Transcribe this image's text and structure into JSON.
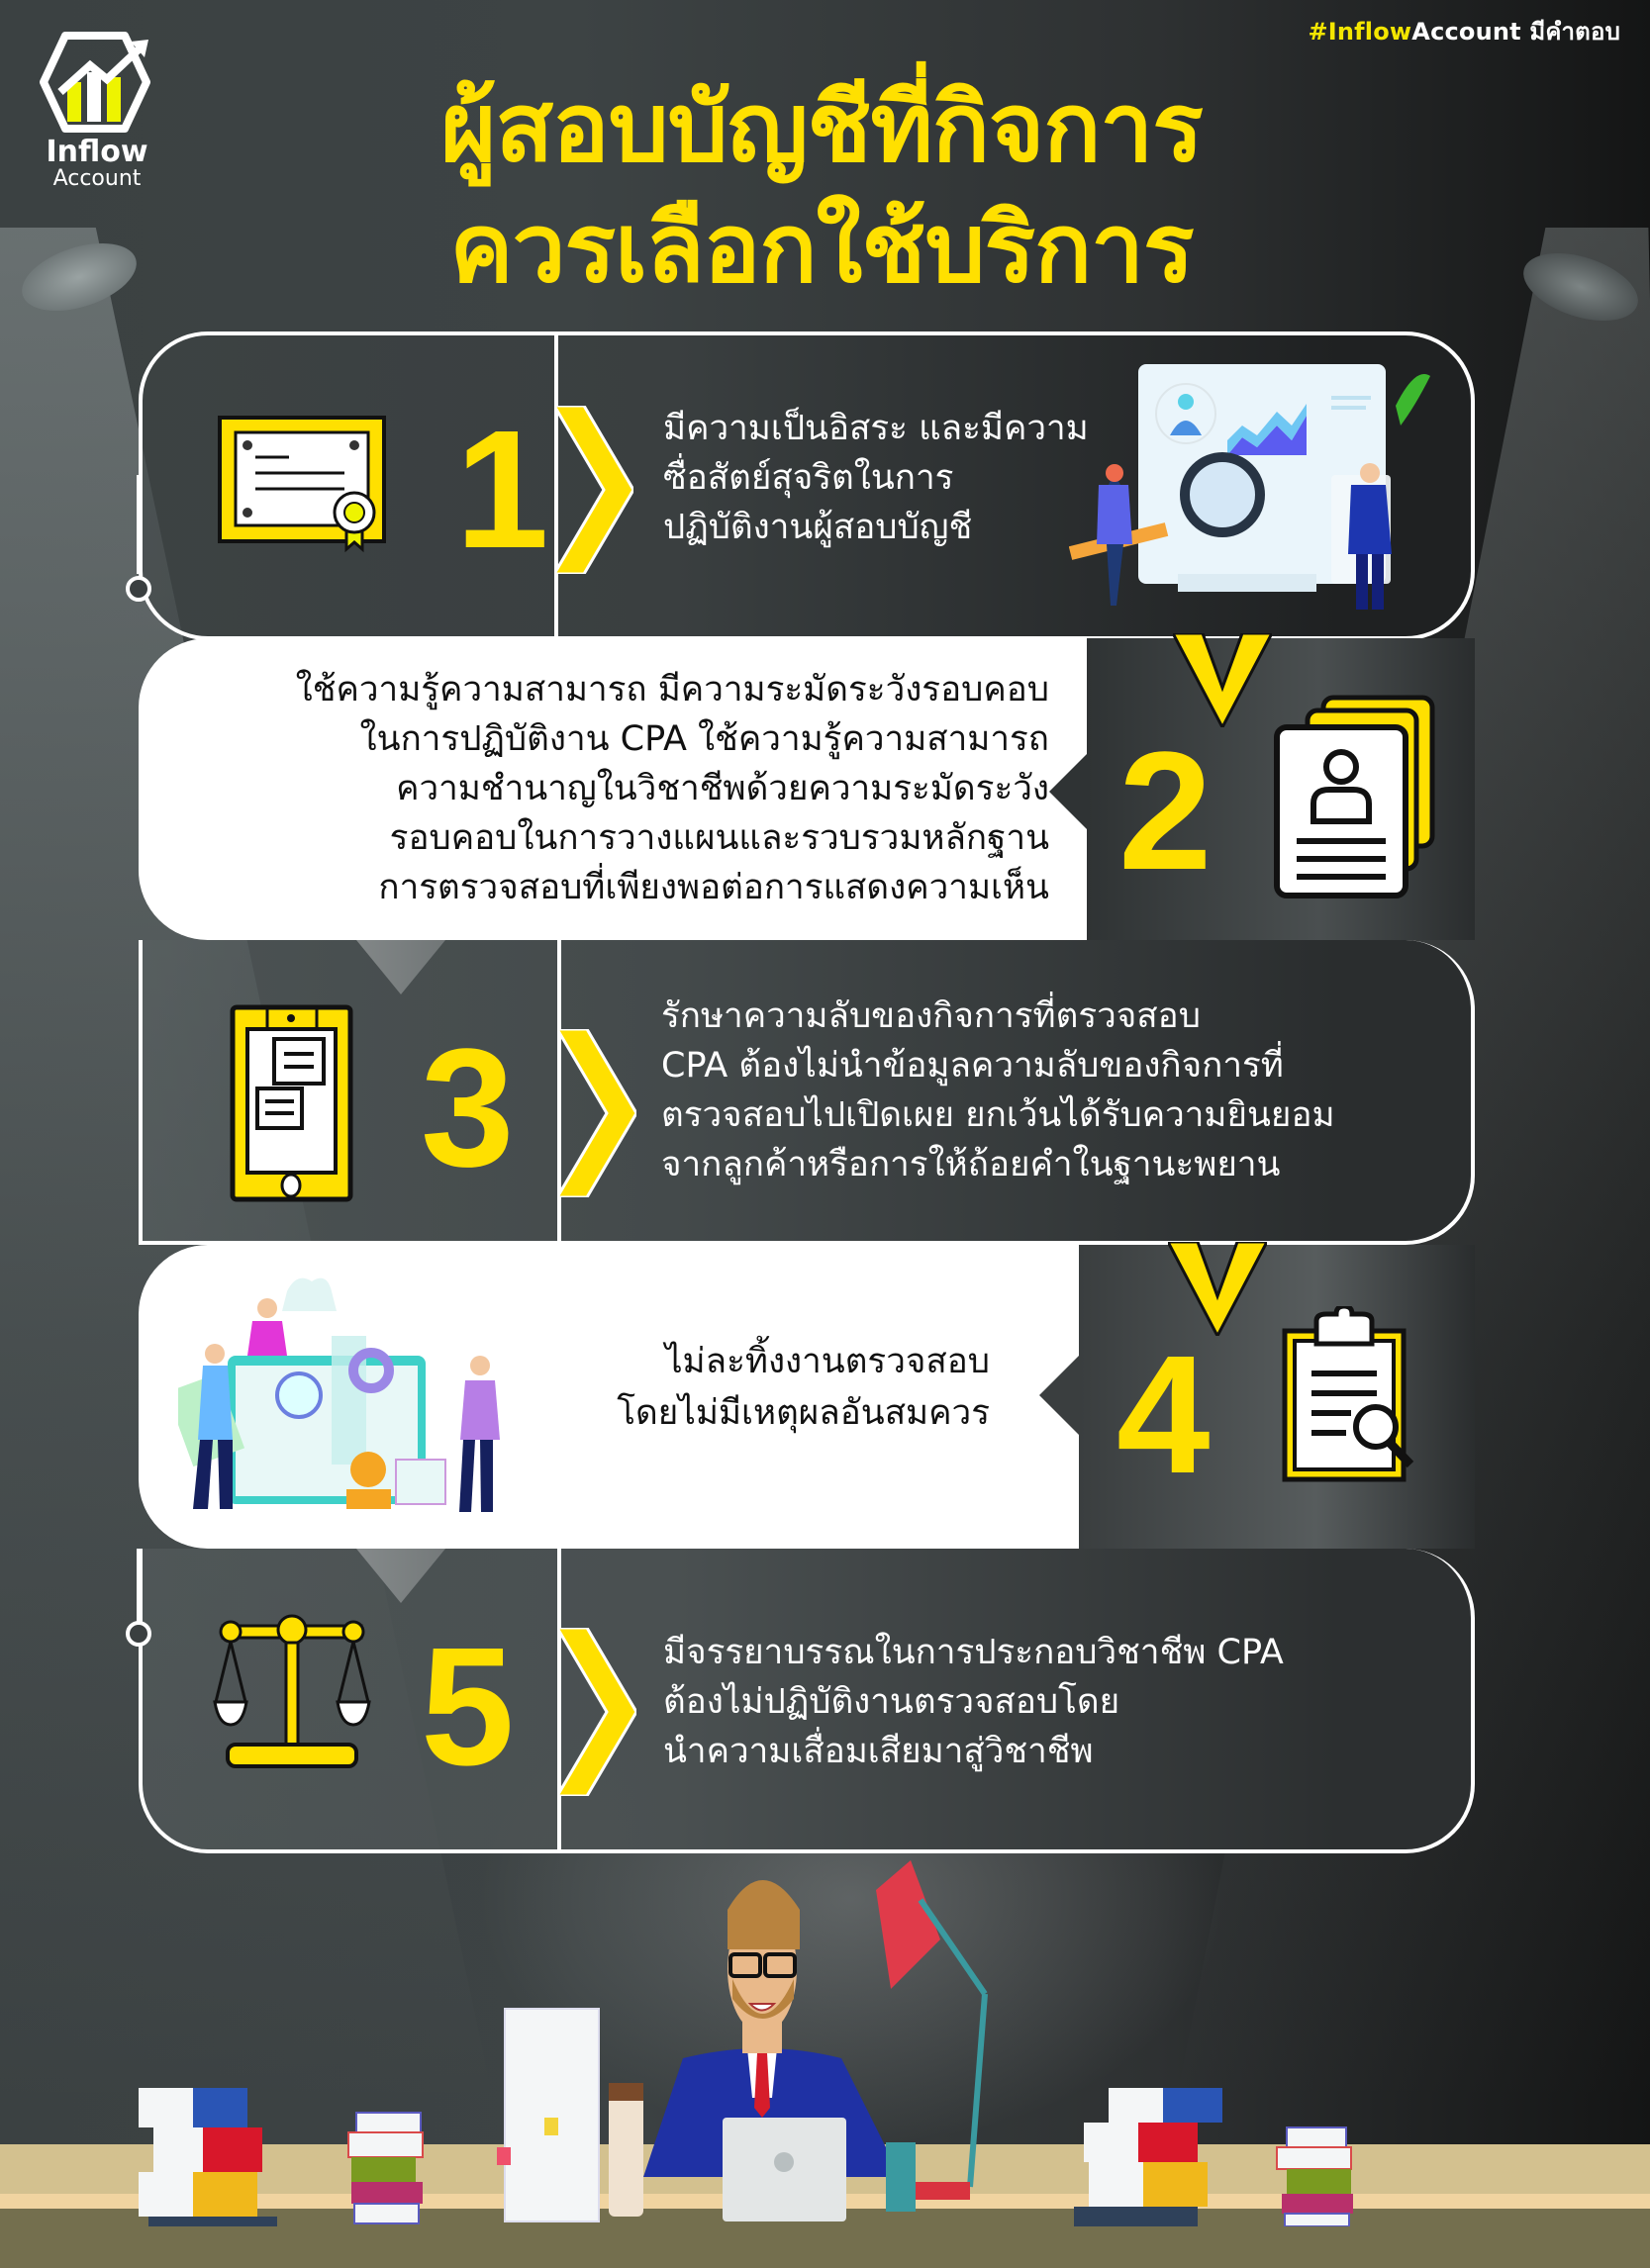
{
  "header": {
    "hashtag_highlight": "#Inflow",
    "hashtag_rest": "Account มีคำตอบ",
    "logo": {
      "line1": "Inflow",
      "line2": "Account",
      "icon": "growth-chart-hexagon-icon"
    },
    "title_line1": "ผู้สอบบัญชีที่กิจการ",
    "title_line2": "ควรเลือกใช้บริการ"
  },
  "colors": {
    "accent_yellow": "#ffe000",
    "background_dark": "#3b4142",
    "box_white": "#ffffff",
    "desk_top": "#d3c18f",
    "desk_edge": "#f0d4a0",
    "desk_front": "#746f4e"
  },
  "items": [
    {
      "number": "1",
      "icon": "certificate-icon",
      "illustration": "data-analysis-magnifier-illustration",
      "lines": [
        "มีความเป็นอิสระ และมีความ",
        "ซื่อสัตย์สุจริตในการ",
        "ปฏิบัติงานผู้สอบบัญชี"
      ]
    },
    {
      "number": "2",
      "icon": "resume-documents-icon",
      "lines": [
        "ใช้ความรู้ความสามารถ มีความระมัดระวังรอบคอบ",
        "ในการปฏิบัติงาน CPA ใช้ความรู้ความสามารถ",
        "ความชำนาญในวิชาชีพด้วยความระมัดระวัง",
        "รอบคอบในการวางแผนและรวบรวมหลักฐาน",
        "การตรวจสอบที่เพียงพอต่อการแสดงความเห็น"
      ]
    },
    {
      "number": "3",
      "icon": "confidential-phone-icon",
      "lines": [
        "รักษาความลับของกิจการที่ตรวจสอบ",
        "CPA ต้องไม่นำข้อมูลความลับของกิจการที่",
        "ตรวจสอบไปเปิดเผย ยกเว้นได้รับความยินยอม",
        "จากลูกค้าหรือการให้ถ้อยคำในฐานะพยาน"
      ]
    },
    {
      "number": "4",
      "icon": "clipboard-search-icon",
      "illustration": "team-dashboard-illustration",
      "lines": [
        "ไม่ละทิ้งงานตรวจสอบ",
        "โดยไม่มีเหตุผลอันสมควร"
      ]
    },
    {
      "number": "5",
      "icon": "scales-of-justice-icon",
      "lines": [
        "มีจรรยาบรรณในการประกอบวิชาชีพ CPA",
        "ต้องไม่ปฏิบัติงานตรวจสอบโดย",
        "นำความเสื่อมเสียมาสู่วิชาชีพ"
      ]
    }
  ],
  "footer_scene": {
    "illustration": "accountant-at-desk-illustration"
  }
}
